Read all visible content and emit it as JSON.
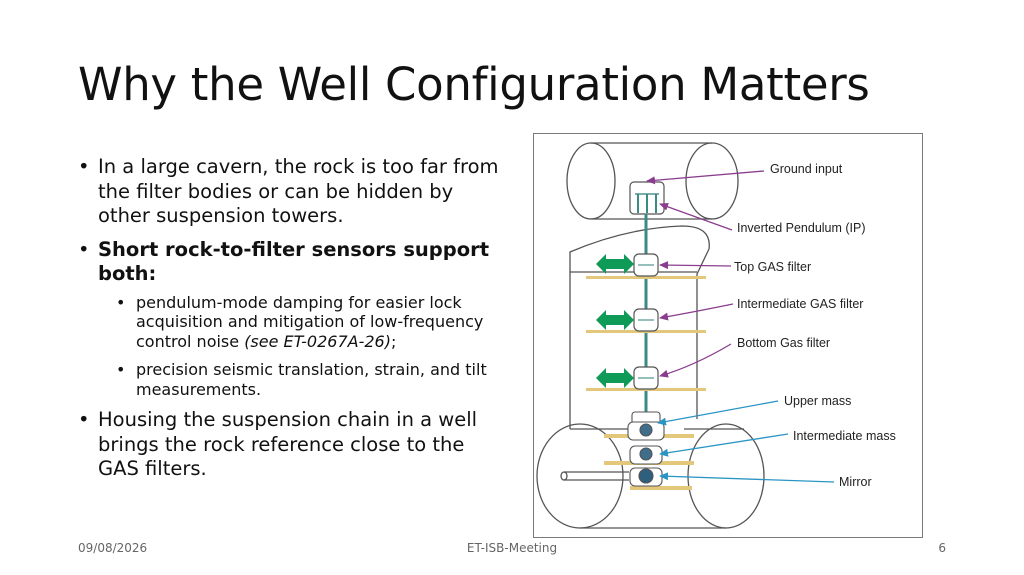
{
  "slide": {
    "title": "Why the Well Configuration Matters",
    "bullets": {
      "b1": "In a large cavern, the rock is too far from the filter bodies or can be hidden by other suspension towers.",
      "b2": "Short rock-to-filter sensors support both:",
      "b2_sub1_main": "pendulum-mode damping for easier lock acquisition and mitigation of low-frequency control noise ",
      "b2_sub1_ref": "(see ET-0267A-26)",
      "b2_sub1_end": ";",
      "b2_sub2": "precision seismic translation, strain, and tilt measurements.",
      "b3": "Housing the suspension chain in a well brings the rock reference close to the GAS filters."
    }
  },
  "figure": {
    "labels": {
      "ground_input": "Ground input",
      "inverted_pendulum": "Inverted Pendulum (IP)",
      "top_gas": "Top GAS filter",
      "intermediate_gas": "Intermediate GAS filter",
      "bottom_gas": "Bottom Gas filter",
      "upper_mass": "Upper mass",
      "intermediate_mass": "Intermediate mass",
      "mirror": "Mirror"
    },
    "colors": {
      "arrow_purple": "#8a3d8e",
      "arrow_blue": "#2a95c4",
      "green_arrow": "#0f9a58",
      "gold_plate": "#e3c77a",
      "rod_teal": "#3b8a86",
      "outline": "#555555"
    }
  },
  "footer": {
    "date": "09/08/2026",
    "meeting": "ET-ISB-Meeting",
    "page": "6"
  }
}
